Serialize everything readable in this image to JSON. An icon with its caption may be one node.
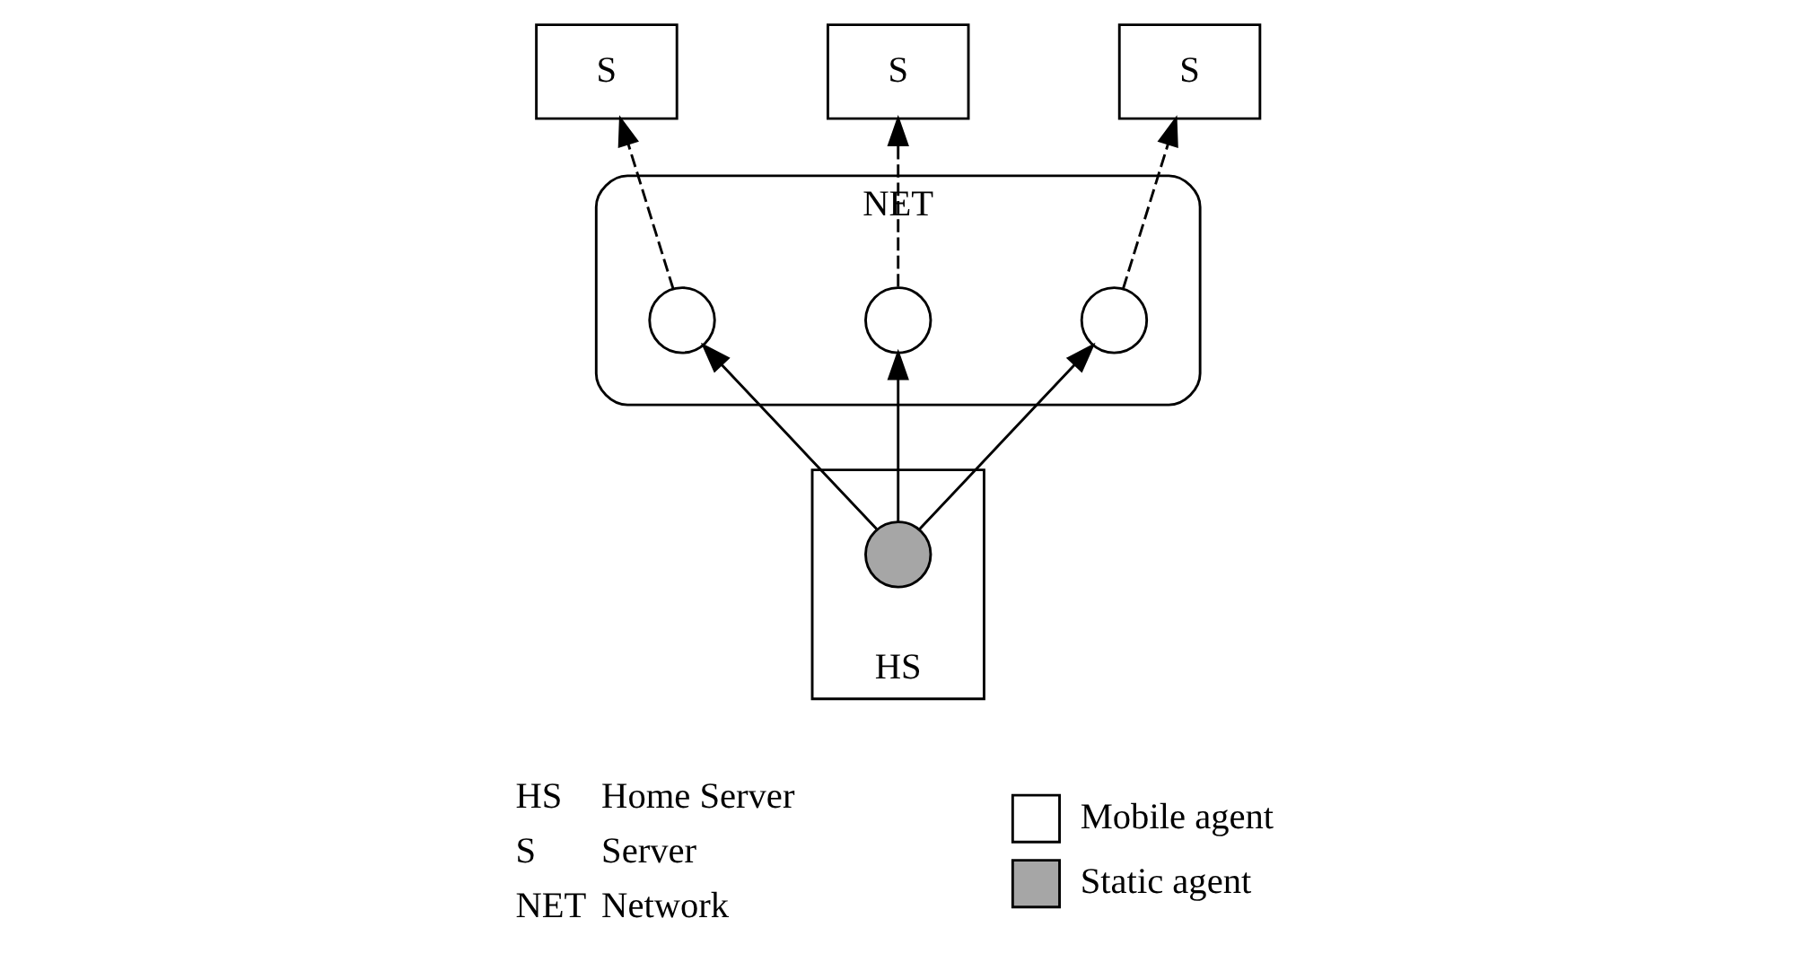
{
  "diagram": {
    "nodes": [
      {
        "text": [
          "S"
        ]
      },
      {
        "text": [
          "S"
        ]
      },
      {
        "text": [
          "S"
        ]
      },
      {
        "text": [
          "NET"
        ]
      },
      {
        "text": [],
        "shape": "circle",
        "in": 3
      },
      {
        "text": [],
        "shape": "circle",
        "in": 3
      },
      {
        "text": [],
        "shape": "circle",
        "in": 3
      },
      {
        "text": [
          "HS"
        ]
      },
      {
        "text": [],
        "shape": "circle",
        "in": 7
      }
    ],
    "edges": [
      {
        "from": 4,
        "to": 0,
        "arrow": "to",
        "style": "dashed"
      },
      {
        "from": 5,
        "to": 1,
        "arrow": "to",
        "style": "dashed"
      },
      {
        "from": 6,
        "to": 2,
        "arrow": "to",
        "style": "dashed"
      },
      {
        "from": 8,
        "to": 4,
        "arrow": "to"
      },
      {
        "from": 8,
        "to": 5,
        "arrow": "to"
      },
      {
        "from": 8,
        "to": 6,
        "arrow": "to"
      }
    ],
    "labels": [
      "HS",
      "Home Server",
      "S",
      "Server",
      "NET",
      "Network"
    ],
    "legend": [
      {
        "text": "Mobile agent",
        "color": "#ffffff"
      },
      {
        "text": "Static agent",
        "color": "#a6a6a6"
      }
    ]
  }
}
